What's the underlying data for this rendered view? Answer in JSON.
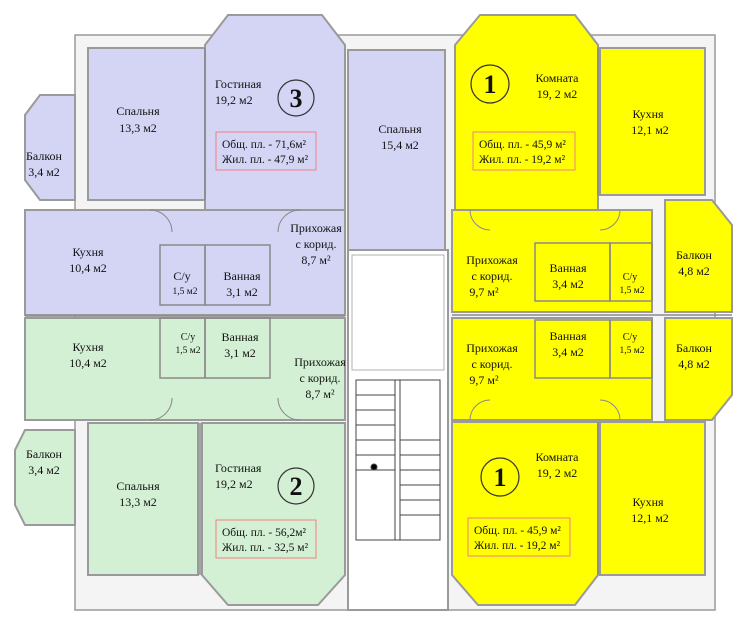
{
  "colors": {
    "unit3": "#d4d4f5",
    "unit2": "#d4f0d4",
    "unit1": "#ffff00",
    "wall": "#9a9a9a",
    "core": "#ffffff",
    "stat_border": "#f08080",
    "badge_border": "#333333"
  },
  "units": {
    "u3": {
      "number": "3",
      "stats": {
        "total": "Общ. пл. - 71,6м²",
        "living": "Жил. пл. - 47,9 м²"
      },
      "rooms": {
        "bedroom_left": {
          "name": "Спальня",
          "area": "13,3 м2"
        },
        "living": {
          "name": "Гостиная",
          "area": "19,2 м2"
        },
        "bedroom_right": {
          "name": "Спальня",
          "area": "15,4 м2"
        },
        "balcony": {
          "name": "Балкон",
          "area": "3,4 м2"
        },
        "kitchen": {
          "name": "Кухня",
          "area": "10,4  м2"
        },
        "wc": {
          "name": "С/у",
          "area": "1,5 м2"
        },
        "bath": {
          "name": "Ванная",
          "area": "3,1 м2"
        },
        "hall": {
          "name": "Прихожая",
          "name2": "с корид.",
          "area": "8,7  м²"
        }
      }
    },
    "u2": {
      "number": "2",
      "stats": {
        "total": "Общ. пл. - 56,2м²",
        "living": "Жил. пл. - 32,5 м²"
      },
      "rooms": {
        "kitchen": {
          "name": "Кухня",
          "area": "10,4  м2"
        },
        "wc": {
          "name": "С/у",
          "area": "1,5 м2"
        },
        "bath": {
          "name": "Ванная",
          "area": "3,1 м2"
        },
        "hall": {
          "name": "Прихожая",
          "name2": "с корид.",
          "area": "8,7  м²"
        },
        "balcony": {
          "name": "Балкон",
          "area": "3,4 м2"
        },
        "bedroom": {
          "name": "Спальня",
          "area": "13,3 м2"
        },
        "living": {
          "name": "Гостиная",
          "area": "19,2 м2"
        }
      }
    },
    "u1_top": {
      "number": "1",
      "stats": {
        "total": "Общ. пл. - 45,9 м²",
        "living": "Жил. пл. - 19,2 м²"
      },
      "rooms": {
        "room": {
          "name": "Комната",
          "area": "19, 2 м2"
        },
        "kitchen": {
          "name": "Кухня",
          "area": "12,1  м2"
        },
        "hall": {
          "name": "Прихожая",
          "name2": "с корид.",
          "area": "9,7  м²"
        },
        "bath": {
          "name": "Ванная",
          "area": "3,4 м2"
        },
        "wc": {
          "name": "С/у",
          "area": "1,5 м2"
        },
        "balcony": {
          "name": "Балкон",
          "area": "4,8 м2"
        }
      }
    },
    "u1_bot": {
      "number": "1",
      "stats": {
        "total": "Общ. пл. - 45,9 м²",
        "living": "Жил. пл. - 19,2 м²"
      },
      "rooms": {
        "hall": {
          "name": "Прихожая",
          "name2": "с корид.",
          "area": "9,7  м²"
        },
        "bath": {
          "name": "Ванная",
          "area": "3,4 м2"
        },
        "wc": {
          "name": "С/у",
          "area": "1,5 м2"
        },
        "balcony": {
          "name": "Балкон",
          "area": "4,8 м2"
        },
        "room": {
          "name": "Комната",
          "area": "19, 2 м2"
        },
        "kitchen": {
          "name": "Кухня",
          "area": "12,1  м2"
        }
      }
    }
  }
}
